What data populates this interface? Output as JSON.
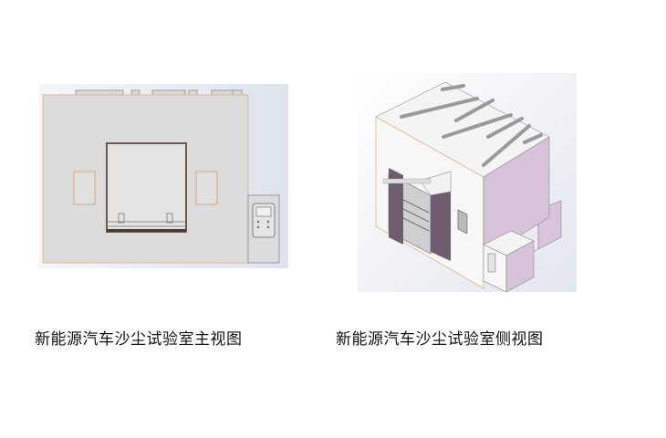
{
  "figures": [
    {
      "caption": "新能源汽车沙尘试验室主视图",
      "view": "front"
    },
    {
      "caption": "新能源汽车沙尘试验室侧视图",
      "view": "side"
    }
  ]
}
